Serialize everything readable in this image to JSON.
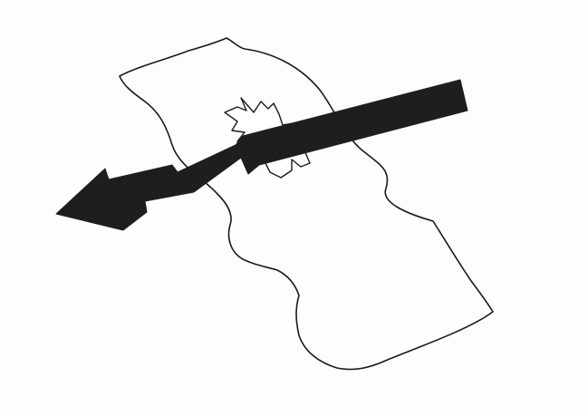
{
  "figure": {
    "background_color": "#fdfdfd",
    "outline_color": "#1a1a1a",
    "arrow_color": "#1e1e1e",
    "elements": [
      {
        "name": "irregular-blob-shape",
        "kind": "outline"
      },
      {
        "name": "star-burst-shape",
        "kind": "outline"
      },
      {
        "name": "thick-arrow-pointing-left",
        "kind": "filled"
      }
    ]
  }
}
